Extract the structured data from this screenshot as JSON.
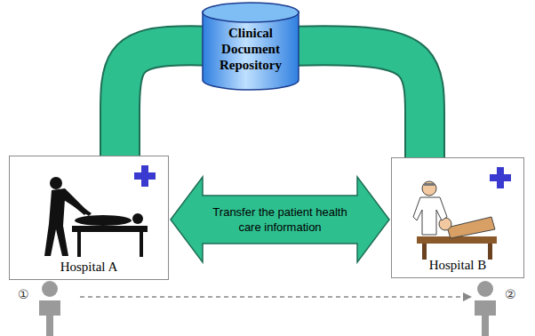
{
  "diagram": {
    "nodes": [
      {
        "text": [
          "Clinical Document Repository"
        ]
      },
      {
        "text": [
          "Hospital A"
        ]
      },
      {
        "text": [
          "Hospital B"
        ]
      }
    ],
    "edges": [
      {
        "from": 1,
        "to": 2,
        "arrow": "both",
        "label": "Transfer the patient health care information"
      },
      {
        "from": 1,
        "to": 0,
        "arrow": "none"
      },
      {
        "from": 2,
        "to": 0,
        "arrow": "none"
      }
    ],
    "labels": [
      "①",
      "②"
    ]
  }
}
